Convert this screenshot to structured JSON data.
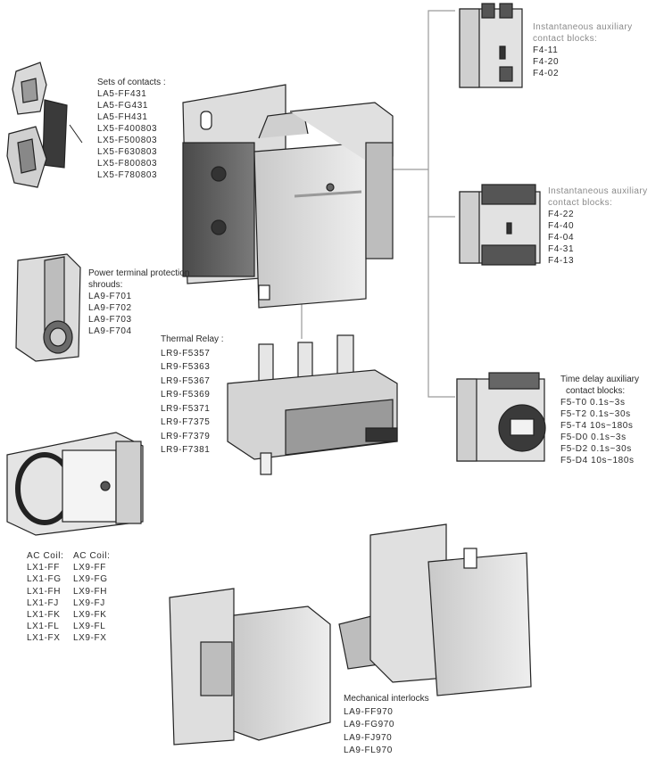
{
  "sets_of_contacts": {
    "heading": "Sets of contacts :",
    "items": [
      "LA5-FF431",
      "LA5-FG431",
      "LA5-FH431",
      "LX5-F400803",
      "LX5-F500803",
      "LX5-F630803",
      "LX5-F800803",
      "LX5-F780803"
    ]
  },
  "shrouds": {
    "heading_line1": "Power terminal protection",
    "heading_line2": "shrouds:",
    "items": [
      "LA9-F701",
      "LA9-F702",
      "LA9-F703",
      "LA9-F704"
    ]
  },
  "thermal_relay": {
    "heading": "Thermal Relay :",
    "items": [
      "LR9-F5357",
      "LR9-F5363",
      "LR9-F5367",
      "LR9-F5369",
      "LR9-F5371",
      "LR9-F7375",
      "LR9-F7379",
      "LR9-F7381"
    ]
  },
  "aux_top": {
    "heading_line1": "Instantaneous auxiliary",
    "heading_line2": "contact blocks:",
    "items": [
      "F4-11",
      "F4-20",
      "F4-02"
    ]
  },
  "aux_mid": {
    "heading_line1": "Instantaneous auxiliary",
    "heading_line2": "contact blocks:",
    "items": [
      "F4-22",
      "F4-40",
      "F4-04",
      "F4-31",
      "F4-13"
    ]
  },
  "time_delay": {
    "heading_line1": "Time delay auxiliary",
    "heading_line2": "contact blocks:",
    "items": [
      "F5-T0 0.1s~3s",
      "F5-T2 0.1s~30s",
      "F5-T4 10s~180s",
      "F5-D0 0.1s~3s",
      "F5-D2 0.1s~30s",
      "F5-D4 10s~180s"
    ]
  },
  "ac_coil_lx1": {
    "heading": "AC Coil:",
    "items": [
      "LX1-FF",
      "LX1-FG",
      "LX1-FH",
      "LX1-FJ",
      "LX1-FK",
      "LX1-FL",
      "LX1-FX"
    ]
  },
  "ac_coil_lx9": {
    "heading": "AC Coil:",
    "items": [
      "LX9-FF",
      "LX9-FG",
      "LX9-FH",
      "LX9-FJ",
      "LX9-FK",
      "LX9-FL",
      "LX9-FX"
    ]
  },
  "interlocks": {
    "heading": "Mechanical interlocks",
    "items": [
      "LA9-FF970",
      "LA9-FG970",
      "LA9-FJ970",
      "LA9-FL970"
    ]
  }
}
